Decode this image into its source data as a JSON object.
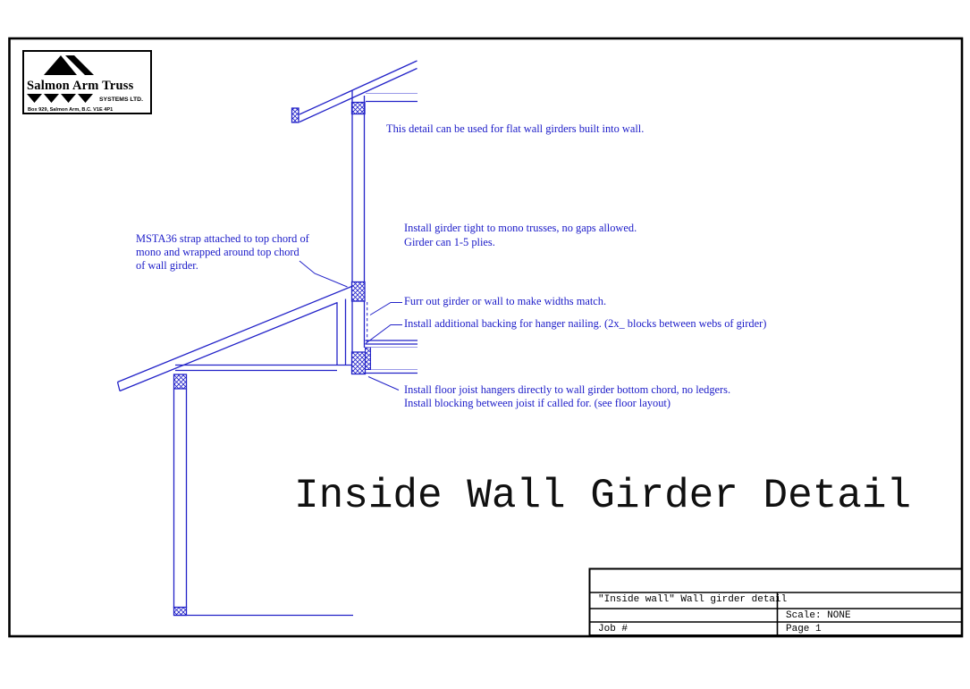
{
  "colors": {
    "line_blue": "#2222c8",
    "light_blue": "#9a9ae8",
    "annotation_blue": "#1b1bc8",
    "black": "#000000",
    "paper": "#ffffff"
  },
  "logo": {
    "name": "Salmon Arm Truss",
    "subtitle": "SYSTEMS LTD.",
    "address": "Box 929,  Salmon Arm,  B.C.  V1E 4P1"
  },
  "ann": {
    "flat_wall": "This detail can be used for flat wall girders built into wall.",
    "girder_tight_1": "Install girder tight to mono trusses, no gaps allowed.",
    "girder_tight_2": "Girder can 1-5 plies.",
    "msta_1": "MSTA36 strap attached to top chord of",
    "msta_2": "mono and wrapped around top chord",
    "msta_3": "of wall girder.",
    "furr_out": "Furr out girder or wall to make widths match.",
    "backing": "Install additional backing for hanger nailing. (2x_ blocks between webs of girder)",
    "hangers_1": "Install floor joist hangers directly to wall girder bottom chord, no ledgers.",
    "hangers_2": "Install blocking between joist if called for.  (see floor layout)"
  },
  "title": "Inside Wall Girder Detail",
  "title_block": {
    "description": "\"Inside wall\" Wall girder detail",
    "scale": "Scale: NONE",
    "job": "Job #",
    "page": "Page 1"
  }
}
